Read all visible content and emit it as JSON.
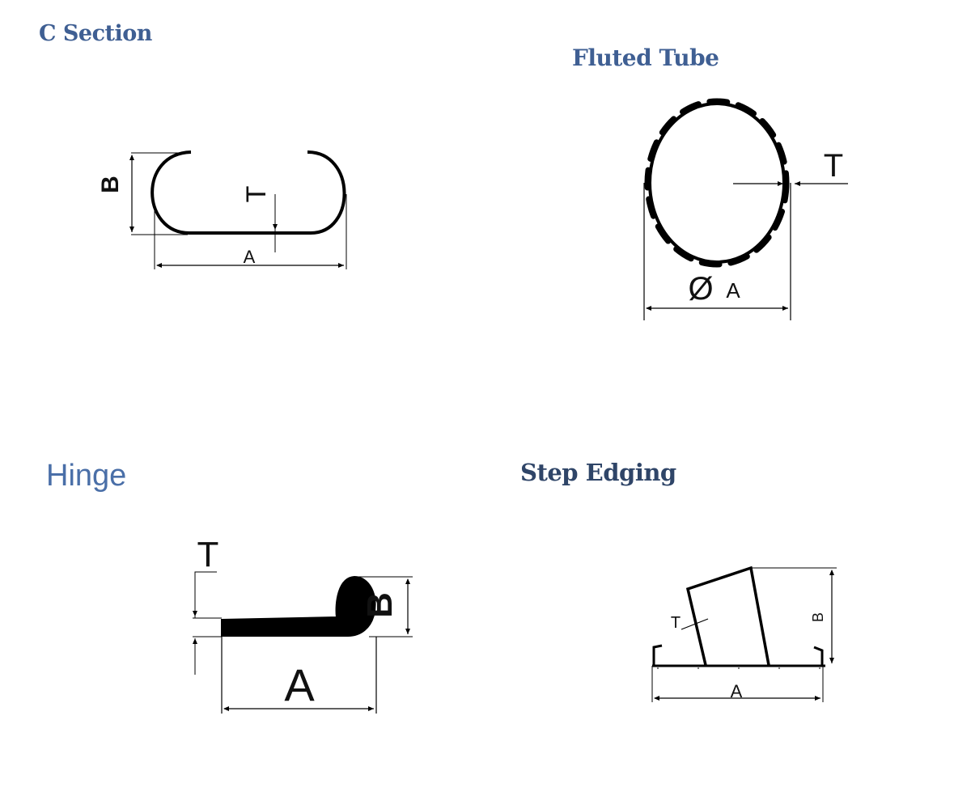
{
  "panels": {
    "c_section": {
      "title": "C Section",
      "dims": {
        "a": "A",
        "b": "B",
        "t": "T"
      }
    },
    "fluted_tube": {
      "title": "Fluted Tube",
      "dims": {
        "diameter_symbol": "Ø",
        "a": "A",
        "t": "T"
      }
    },
    "hinge": {
      "title": "Hinge",
      "dims": {
        "a": "A",
        "b": "B",
        "t": "T"
      }
    },
    "step_edging": {
      "title": "Step Edging",
      "dims": {
        "a": "A",
        "b": "B",
        "t": "T"
      }
    }
  },
  "colors": {
    "title_blue": "#3f5f93",
    "title_navy": "#2f4568",
    "line": "#000000"
  }
}
